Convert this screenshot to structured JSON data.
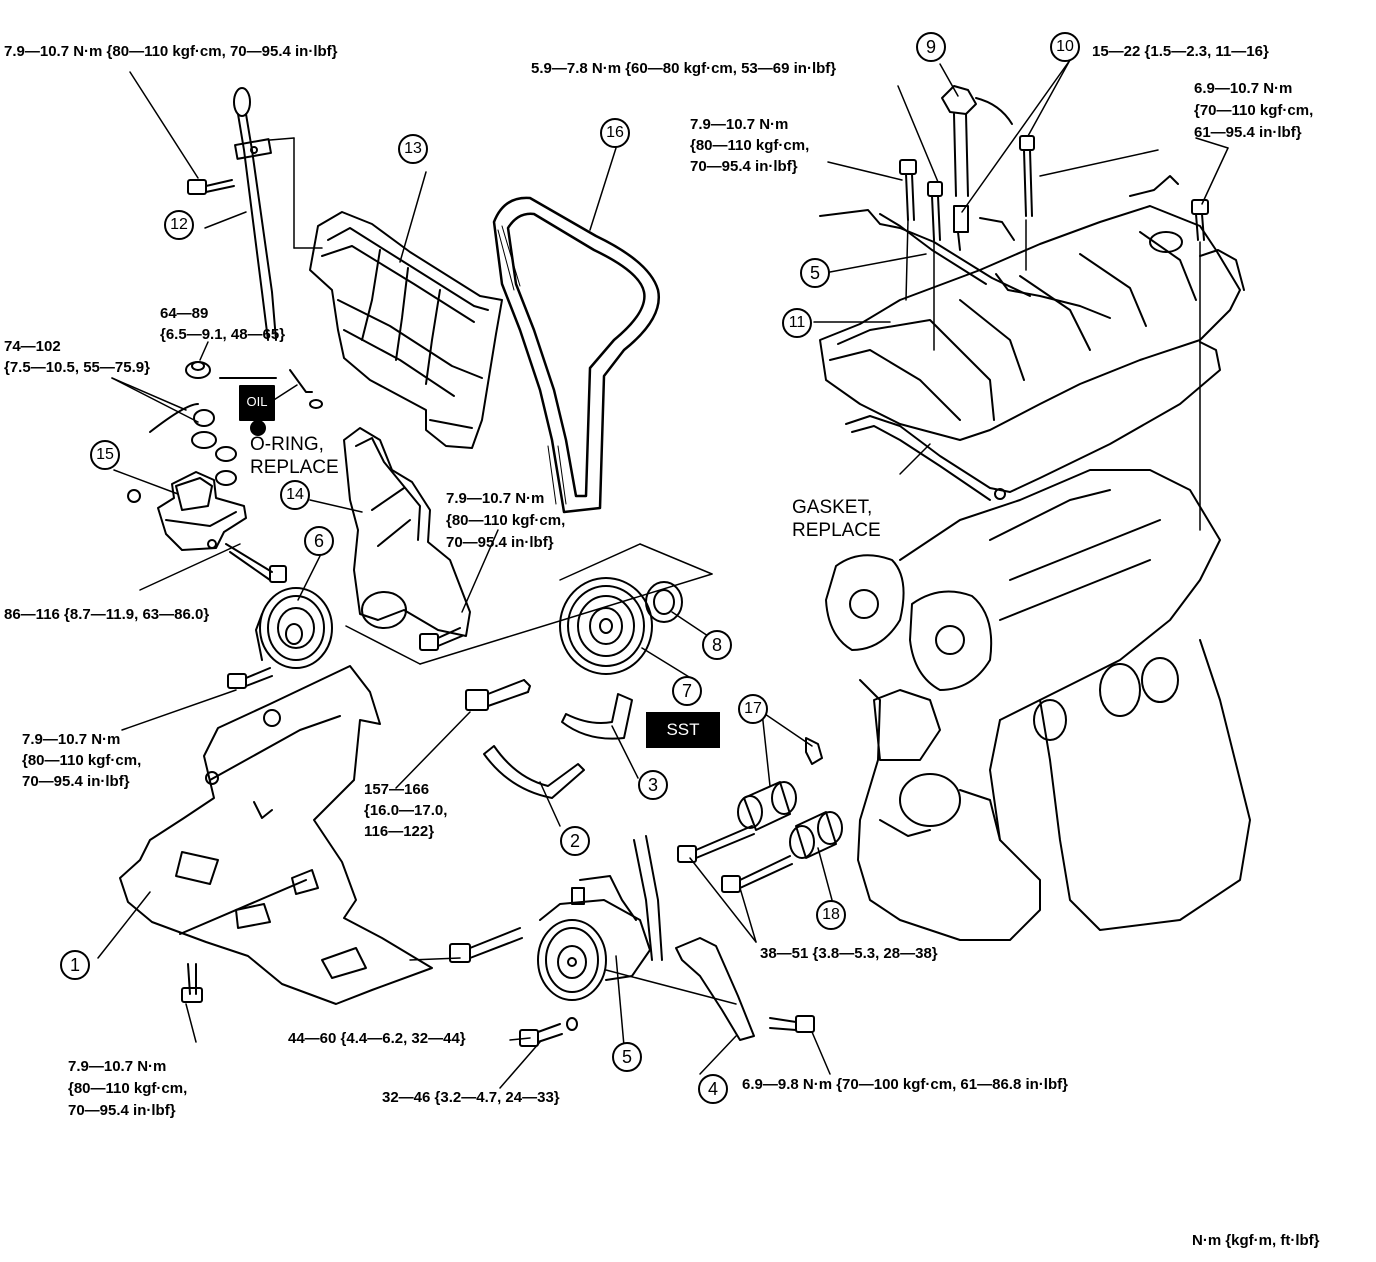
{
  "labels": {
    "t1": "7.9—10.7 N·m {80—110 kgf·cm, 70—95.4 in·lbf}",
    "t2": "5.9—7.8 N·m {60—80 kgf·cm, 53—69 in·lbf}",
    "t3": "15—22 {1.5—2.3, 11—16}",
    "t4_1": "7.9—10.7 N·m",
    "t4_2": "{80—110 kgf·cm,",
    "t4_3": "70—95.4 in·lbf}",
    "t5_1": "6.9—10.7 N·m",
    "t5_2": "{70—110 kgf·cm,",
    "t5_3": "61—95.4 in·lbf}",
    "t6_1": "64—89",
    "t6_2": "{6.5—9.1, 48—65}",
    "t7_1": "74—102",
    "t7_2": "{7.5—10.5, 55—75.9}",
    "oring_1": "O-RING,",
    "oring_2": "REPLACE",
    "t8_1": "7.9—10.7 N·m",
    "t8_2": "{80—110 kgf·cm,",
    "t8_3": "70—95.4 in·lbf}",
    "gasket_1": "GASKET,",
    "gasket_2": "REPLACE",
    "t9": "86—116 {8.7—11.9, 63—86.0}",
    "t10_1": "7.9—10.7 N·m",
    "t10_2": "{80—110 kgf·cm,",
    "t10_3": "70—95.4 in·lbf}",
    "t11_1": "157—166",
    "t11_2": "{16.0—17.0,",
    "t11_3": "116—122}",
    "t12": "38—51 {3.8—5.3, 28—38}",
    "t13_1": "7.9—10.7 N·m",
    "t13_2": "{80—110 kgf·cm,",
    "t13_3": "70—95.4 in·lbf}",
    "t14": "44—60 {4.4—6.2, 32—44}",
    "t15": "32—46 {3.2—4.7, 24—33}",
    "t16": "6.9—9.8 N·m {70—100 kgf·cm, 61—86.8 in·lbf}",
    "units": "N·m {kgf·m, ft·lbf}",
    "oil": "OIL",
    "sst": "SST"
  },
  "callouts": [
    "1",
    "2",
    "3",
    "4",
    "5",
    "5",
    "6",
    "7",
    "8",
    "9",
    "10",
    "11",
    "12",
    "13",
    "14",
    "15",
    "16",
    "17",
    "18"
  ]
}
